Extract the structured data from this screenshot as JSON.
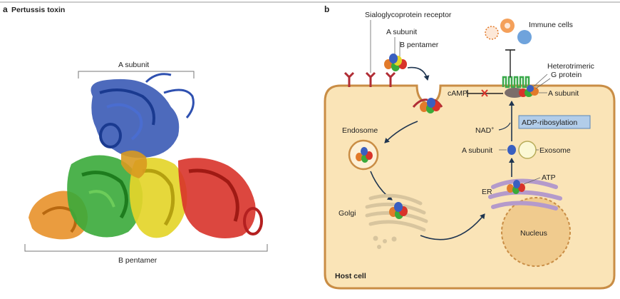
{
  "panel_a": {
    "letter": "a",
    "title": "Pertussis toxin",
    "a_subunit_label": "A subunit",
    "b_pentamer_label": "B pentamer"
  },
  "panel_b": {
    "letter": "b",
    "labels": {
      "receptor": "Sialoglycoprotein receptor",
      "a_subunit_top": "A subunit",
      "b_pentamer_top": "B pentamer",
      "immune_cells": "Immune cells",
      "g_protein_line1": "Heterotrimeric",
      "g_protein_line2": "G protein",
      "camp": "cAMP",
      "a_subunit_membrane": "A subunit",
      "nad": "NAD",
      "nad_sup": "+",
      "adp_ribosylation": "ADP-ribosylation",
      "endosome": "Endosome",
      "a_subunit_mid": "A subunit",
      "exosome": "Exosome",
      "atp": "ATP",
      "er": "ER",
      "golgi": "Golgi",
      "nucleus": "Nucleus",
      "host_cell": "Host cell"
    },
    "colors": {
      "cell_fill": "#fae4b7",
      "cell_stroke": "#c98d45",
      "receptor": "#b02d35",
      "adp_box": "#b2cde9",
      "nucleus_fill": "#f0cb8e",
      "er": "#b49acb",
      "golgi": "#d8c59e",
      "g_protein": "#3aa94b"
    }
  }
}
